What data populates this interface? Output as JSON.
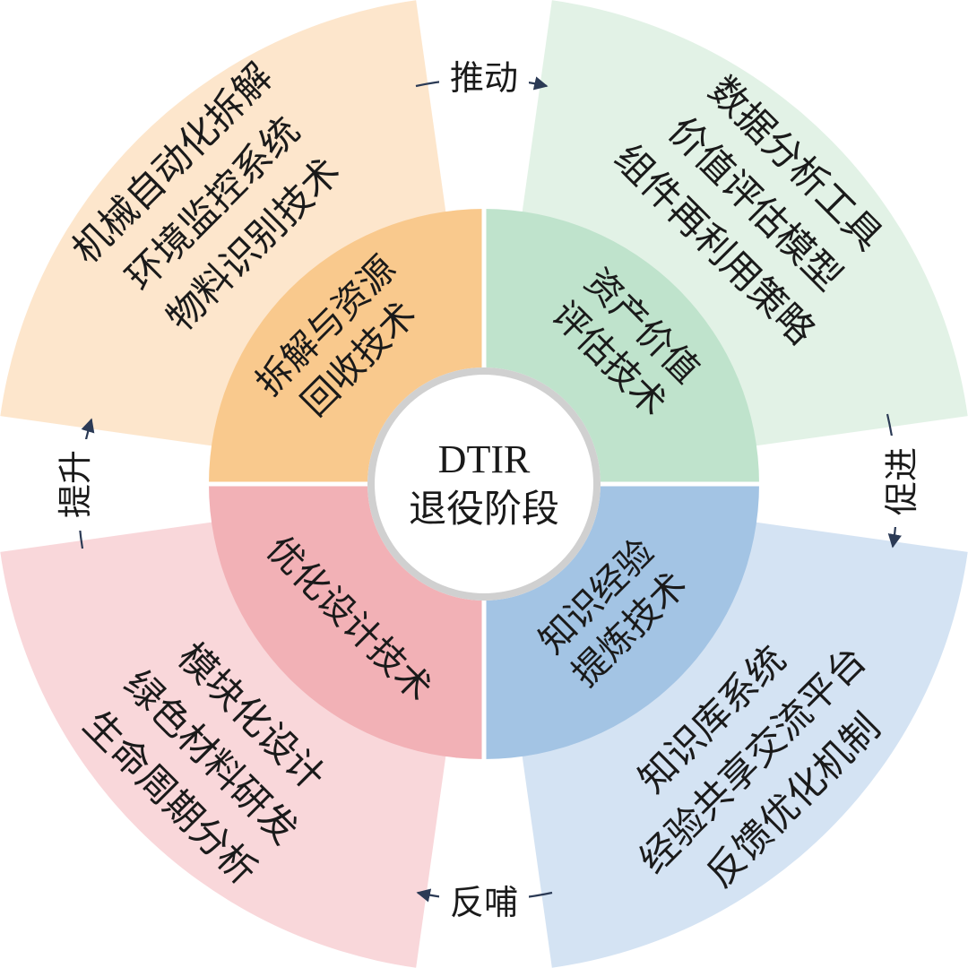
{
  "center": {
    "line1": "DTIR",
    "line2": "退役阶段"
  },
  "quadrants": [
    {
      "id": "top-left",
      "inner": [
        "拆解与资源",
        "回收技术"
      ],
      "outer": [
        "机械自动化拆解",
        "环境监控系统",
        "物料识别技术"
      ],
      "inner_color": "#f9c98d",
      "outer_color": "#fde6cc"
    },
    {
      "id": "top-right",
      "inner": [
        "资产价值",
        "评估技术"
      ],
      "outer": [
        "数据分析工具",
        "价值评估模型",
        "组件再利用策略"
      ],
      "inner_color": "#bfe3cc",
      "outer_color": "#e2f2e6"
    },
    {
      "id": "bottom-right",
      "inner": [
        "知识经验",
        "提炼技术"
      ],
      "outer": [
        "知识库系统",
        "经验共享交流平台",
        "反馈优化机制"
      ],
      "inner_color": "#a3c4e4",
      "outer_color": "#d4e3f3"
    },
    {
      "id": "bottom-left",
      "inner": [
        "优化设计技术"
      ],
      "outer": [
        "模块化设计",
        "绿色材料研发",
        "生命周期分析"
      ],
      "inner_color": "#f2b1b6",
      "outer_color": "#f9d7da"
    }
  ],
  "arrows": {
    "top": "推动",
    "right": "促进",
    "bottom": "反哺",
    "left": "提升"
  },
  "colors": {
    "center_fill": "#ffffff",
    "center_ring": "#d0d0d0",
    "arrow": "#2b3a55",
    "divider": "#ffffff"
  }
}
